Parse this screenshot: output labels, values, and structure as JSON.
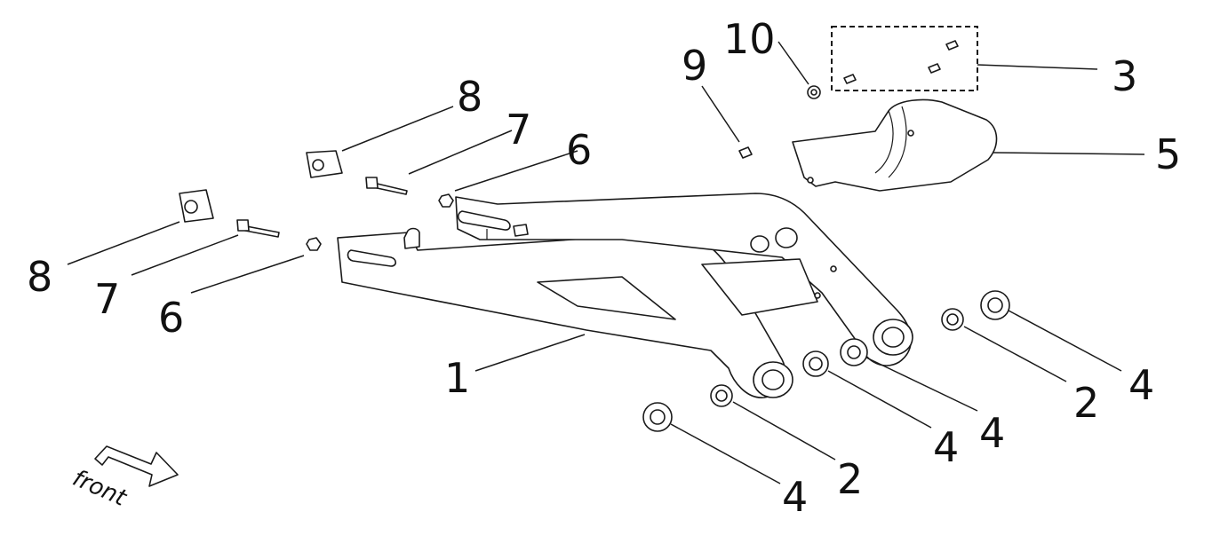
{
  "callouts": [
    {
      "id": "c1",
      "label": "1",
      "part": "swingarm"
    },
    {
      "id": "c2a",
      "label": "2",
      "part": "spacer"
    },
    {
      "id": "c2b",
      "label": "2",
      "part": "spacer"
    },
    {
      "id": "c3",
      "label": "3",
      "part": "bolt-set"
    },
    {
      "id": "c4a",
      "label": "4",
      "part": "bearing"
    },
    {
      "id": "c4b",
      "label": "4",
      "part": "bearing"
    },
    {
      "id": "c4c",
      "label": "4",
      "part": "bearing"
    },
    {
      "id": "c4d",
      "label": "4",
      "part": "bearing"
    },
    {
      "id": "c5",
      "label": "5",
      "part": "chain-guard"
    },
    {
      "id": "c6a",
      "label": "6",
      "part": "nut"
    },
    {
      "id": "c6b",
      "label": "6",
      "part": "nut"
    },
    {
      "id": "c7a",
      "label": "7",
      "part": "adjuster-bolt"
    },
    {
      "id": "c7b",
      "label": "7",
      "part": "adjuster-bolt"
    },
    {
      "id": "c8a",
      "label": "8",
      "part": "axle-block"
    },
    {
      "id": "c8b",
      "label": "8",
      "part": "axle-block"
    },
    {
      "id": "c9",
      "label": "9",
      "part": "screw"
    },
    {
      "id": "c10",
      "label": "10",
      "part": "washer"
    }
  ],
  "direction_label": "front"
}
